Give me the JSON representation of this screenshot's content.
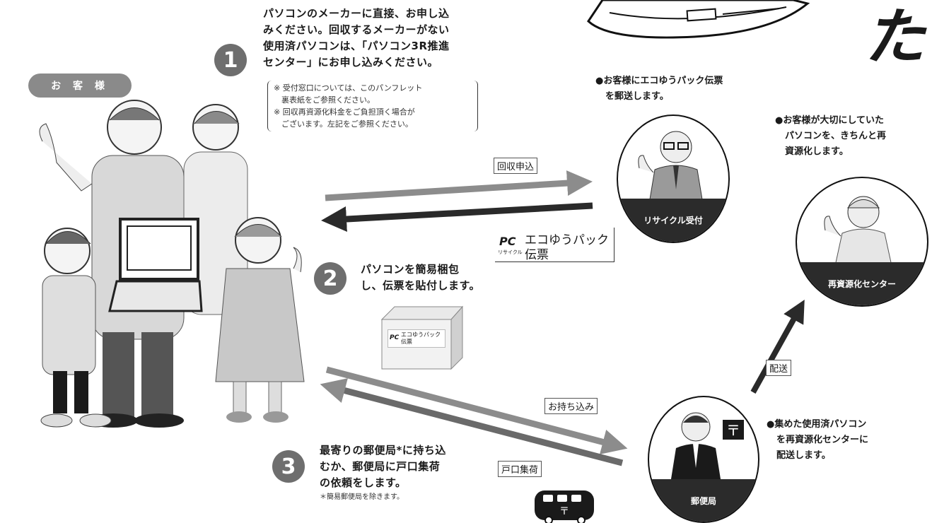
{
  "customer_label": "お 客 様",
  "step1": {
    "number": "1",
    "lines": [
      "パソコンのメーカーに直接、お申し込",
      "みください。回収するメーカーがない",
      "使用済パソコンは、「パソコン3R推進",
      "センター」にお申し込みください。"
    ],
    "notes": [
      "※ 受付窓口については、このパンフレット",
      "　裏表紙をご参照ください。",
      "※ 回収再資源化料金をご負担頂く場合が",
      "　ございます。左記をご参照ください。"
    ]
  },
  "step2": {
    "number": "2",
    "lines": [
      "パソコンを簡易梱包",
      "し、伝票を貼付します。"
    ]
  },
  "step3": {
    "number": "3",
    "lines": [
      "最寄りの郵便局*に持ち込",
      "むか、郵便局に戸口集荷",
      "の依頼をします。"
    ],
    "note": "＊簡易郵便局を除きます。"
  },
  "labels": {
    "kaishu": "回収申込",
    "mochikomi": "お持ち込み",
    "koguchi": "戸口集荷",
    "haiso": "配送"
  },
  "slip": {
    "logo": "PC",
    "logo_sub": "リサイクル",
    "line1": "エコゆうパック",
    "line2": "伝票"
  },
  "box_label": {
    "logo": "PC",
    "line1": "エコゆうパック",
    "line2": "伝票"
  },
  "reception": {
    "desc": [
      "●お客様にエコゆうパック伝票",
      "を郵送します。"
    ],
    "band": "リサイクル受付"
  },
  "center": {
    "desc": [
      "●お客様が大切にしていた",
      "パソコンを、きちんと再",
      "資源化します。"
    ],
    "band": "再資源化センター"
  },
  "post": {
    "desc": [
      "●集めた使用済パソコン",
      "を再資源化センターに",
      "配送します。"
    ],
    "band": "郵便局"
  },
  "header_char": "た",
  "colors": {
    "arrow_light": "#8c8c8c",
    "arrow_dark": "#2a2a2a",
    "band": "#2b2b2b"
  }
}
